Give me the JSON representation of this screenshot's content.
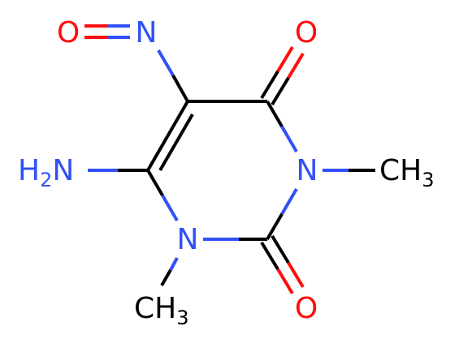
{
  "colors": {
    "carbon_bond": "#000000",
    "oxygen": "#ff0d0d",
    "nitrogen": "#3050f8"
  },
  "atoms": {
    "o_nitroso": "O",
    "n_nitroso": "N",
    "o_c4": "O",
    "h2n_h": "H",
    "h2n_sub": "2",
    "h2n_n": "N",
    "n3": "N",
    "ch3_n3_c": "CH",
    "ch3_n3_sub": "3",
    "n1": "N",
    "o_c2": "O",
    "ch3_n1_c": "CH",
    "ch3_n1_sub": "3"
  }
}
